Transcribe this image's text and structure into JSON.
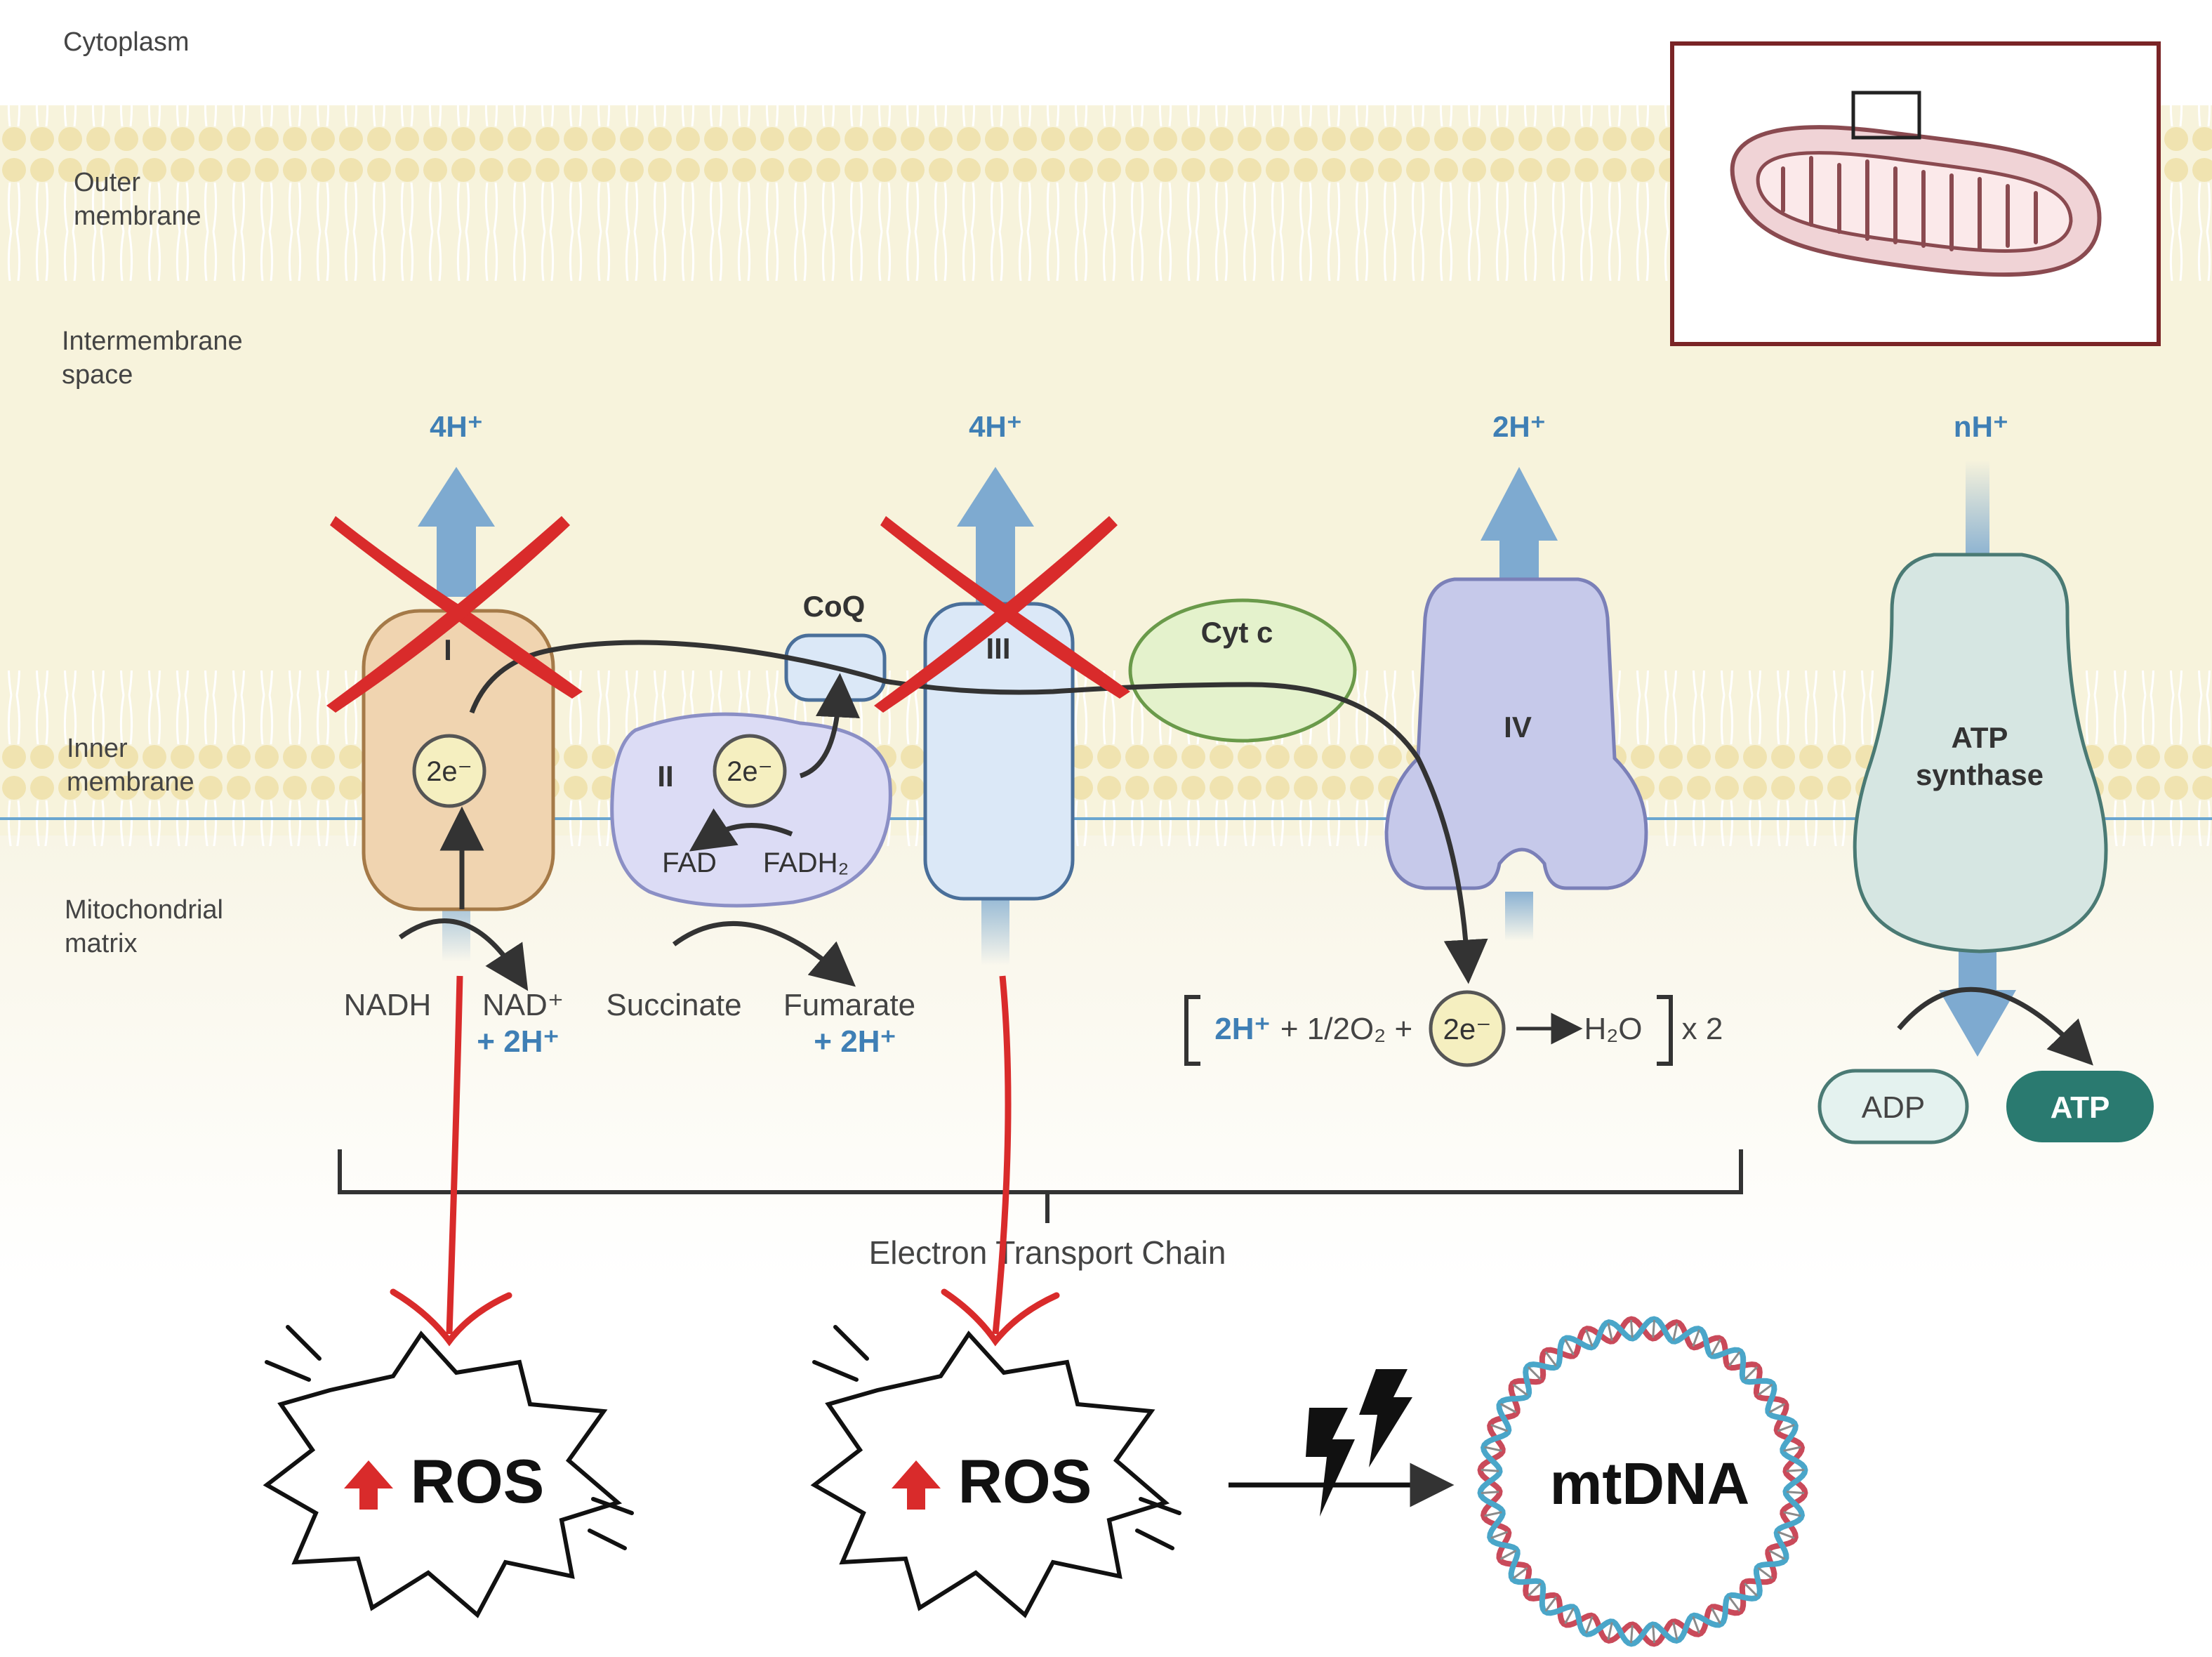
{
  "regions": {
    "cytoplasm": "Cytoplasm",
    "outer_membrane": [
      "Outer",
      "membrane"
    ],
    "intermembrane_space": [
      "Intermembrane",
      "space"
    ],
    "inner_membrane": [
      "Inner",
      "membrane"
    ],
    "mitochondrial_matrix": [
      "Mitochondrial",
      "matrix"
    ]
  },
  "proton_labels": {
    "complex_i": "4H⁺",
    "complex_iii": "4H⁺",
    "complex_iv": "2H⁺",
    "atp_synthase": "nH⁺"
  },
  "complexes": {
    "i": "I",
    "ii": "II",
    "iii": "III",
    "iv": "IV",
    "coq": "CoQ",
    "cyt_c": "Cyt c",
    "atp_synthase": [
      "ATP",
      "synthase"
    ]
  },
  "electrons": {
    "complex_i": "2e⁻",
    "complex_ii": "2e⁻",
    "complex_iv": "2e⁻"
  },
  "complex_ii_labels": {
    "fad": "FAD",
    "fadh2": "FADH₂"
  },
  "substrates": {
    "nadh": "NADH",
    "nad": "NAD⁺",
    "nad_plus_h": "+ 2H⁺",
    "succinate": "Succinate",
    "fumarate": "Fumarate",
    "fumarate_plus_h": "+ 2H⁺"
  },
  "reaction": {
    "protons": "2H⁺",
    "oxygen": "+ 1/2O₂ +",
    "product": "H₂O",
    "multiplier": "x 2"
  },
  "atp": {
    "adp": "ADP",
    "atp": "ATP"
  },
  "etc_label": "Electron Transport Chain",
  "ros": {
    "left": "ROS",
    "right": "ROS"
  },
  "mtdna": "mtDNA",
  "colors": {
    "space_fill": "#f7f3dc",
    "matrix_fill": "#fcfbf4",
    "lipid_head": "#f0e3b0",
    "proton_text": "#3f7fb5",
    "proton_arrow": "#7eaad0",
    "complex_i": "#f0d4b0",
    "complex_ii": "#dcdcf5",
    "complex_iii": "#dbe8f7",
    "complex_iv": "#c6c9ea",
    "cyt_c": "#e4f2cc",
    "atp_synthase": "#d6e6e2",
    "atp_dark": "#2a7a70",
    "inhibition": "#d92b2b",
    "inset_frame": "#7a2426",
    "mito_fill": "#f0d3d6",
    "dna_red": "#c94a5a",
    "dna_blue": "#4aa6c9"
  }
}
